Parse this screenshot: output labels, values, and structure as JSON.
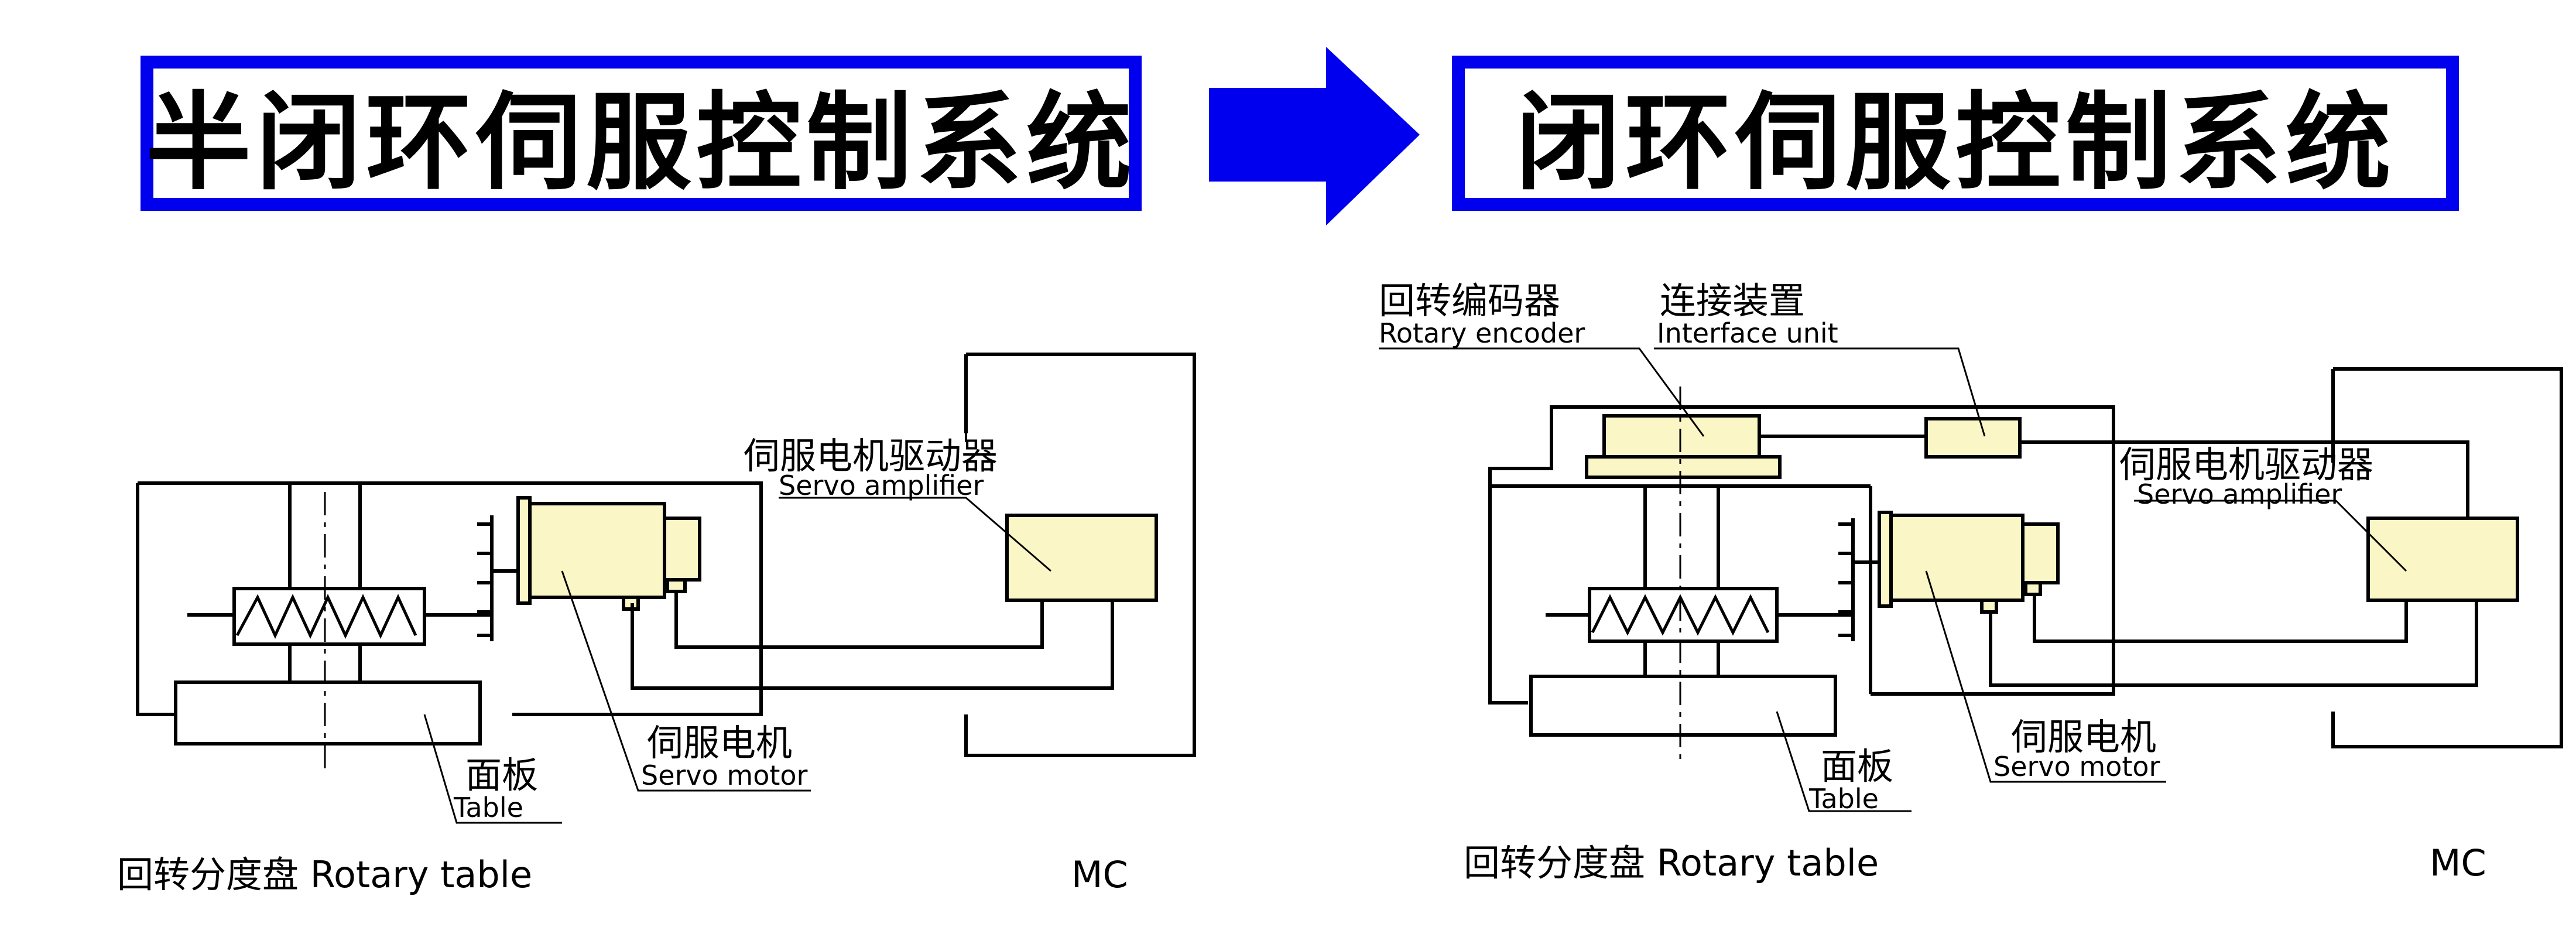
{
  "titles": {
    "left": "半闭环伺服控制系统",
    "right": "闭环伺服控制系统"
  },
  "left_diagram": {
    "servo_amplifier_zh": "伺服电机驱动器",
    "servo_amplifier_en": "Servo amplifier",
    "servo_motor_zh": "伺服电机",
    "servo_motor_en": "Servo motor",
    "table_zh": "面板",
    "table_en": "Table",
    "rotary_table": "回转分度盘  Rotary table",
    "mc": "MC"
  },
  "right_diagram": {
    "rotary_encoder_zh": "回转编码器",
    "rotary_encoder_en": "Rotary encoder",
    "interface_unit_zh": "连接装置",
    "interface_unit_en": "Interface unit",
    "servo_amplifier_zh": "伺服电机驱动器",
    "servo_amplifier_en": "Servo amplifier",
    "servo_motor_zh": "伺服电机",
    "servo_motor_en": "Servo motor",
    "table_zh": "面板",
    "table_en": "Table",
    "rotary_table": "回转分度盘   Rotary table",
    "mc": "MC"
  },
  "colors": {
    "title_border": "#0000ee",
    "arrow": "#0000ee",
    "component_fill": "#fbf6c6"
  }
}
